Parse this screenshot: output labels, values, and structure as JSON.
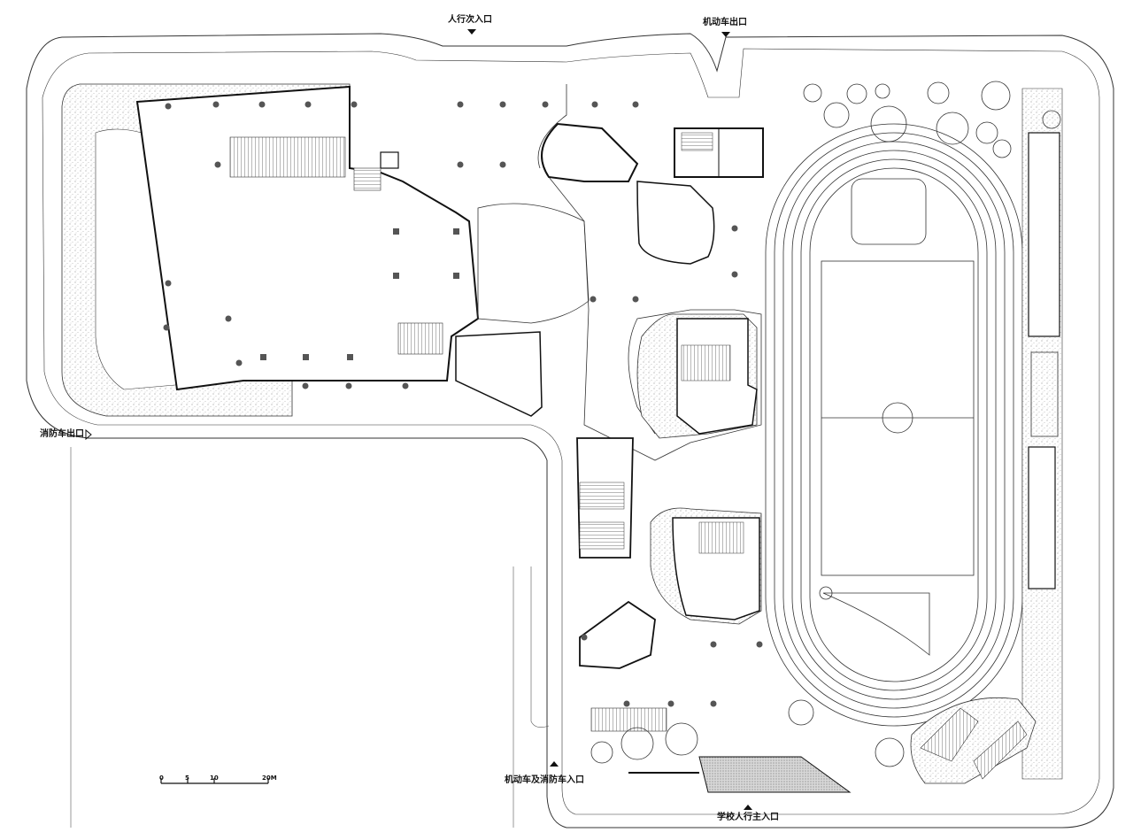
{
  "plan": {
    "labels": {
      "secondary_pedestrian_entrance": "人行次入口",
      "vehicle_exit": "机动车出口",
      "fire_truck_exit": "消防车出口",
      "vehicle_fire_entrance": "机动车及消防车入口",
      "school_main_pedestrian_entrance": "学校人行主入口"
    },
    "scale_bar": {
      "ticks": [
        "0",
        "5",
        "10",
        "20M"
      ]
    },
    "colors": {
      "line": "#222222",
      "hatch": "#bdbdbd",
      "paving": "#9a9a9a",
      "column": "#555555"
    }
  }
}
